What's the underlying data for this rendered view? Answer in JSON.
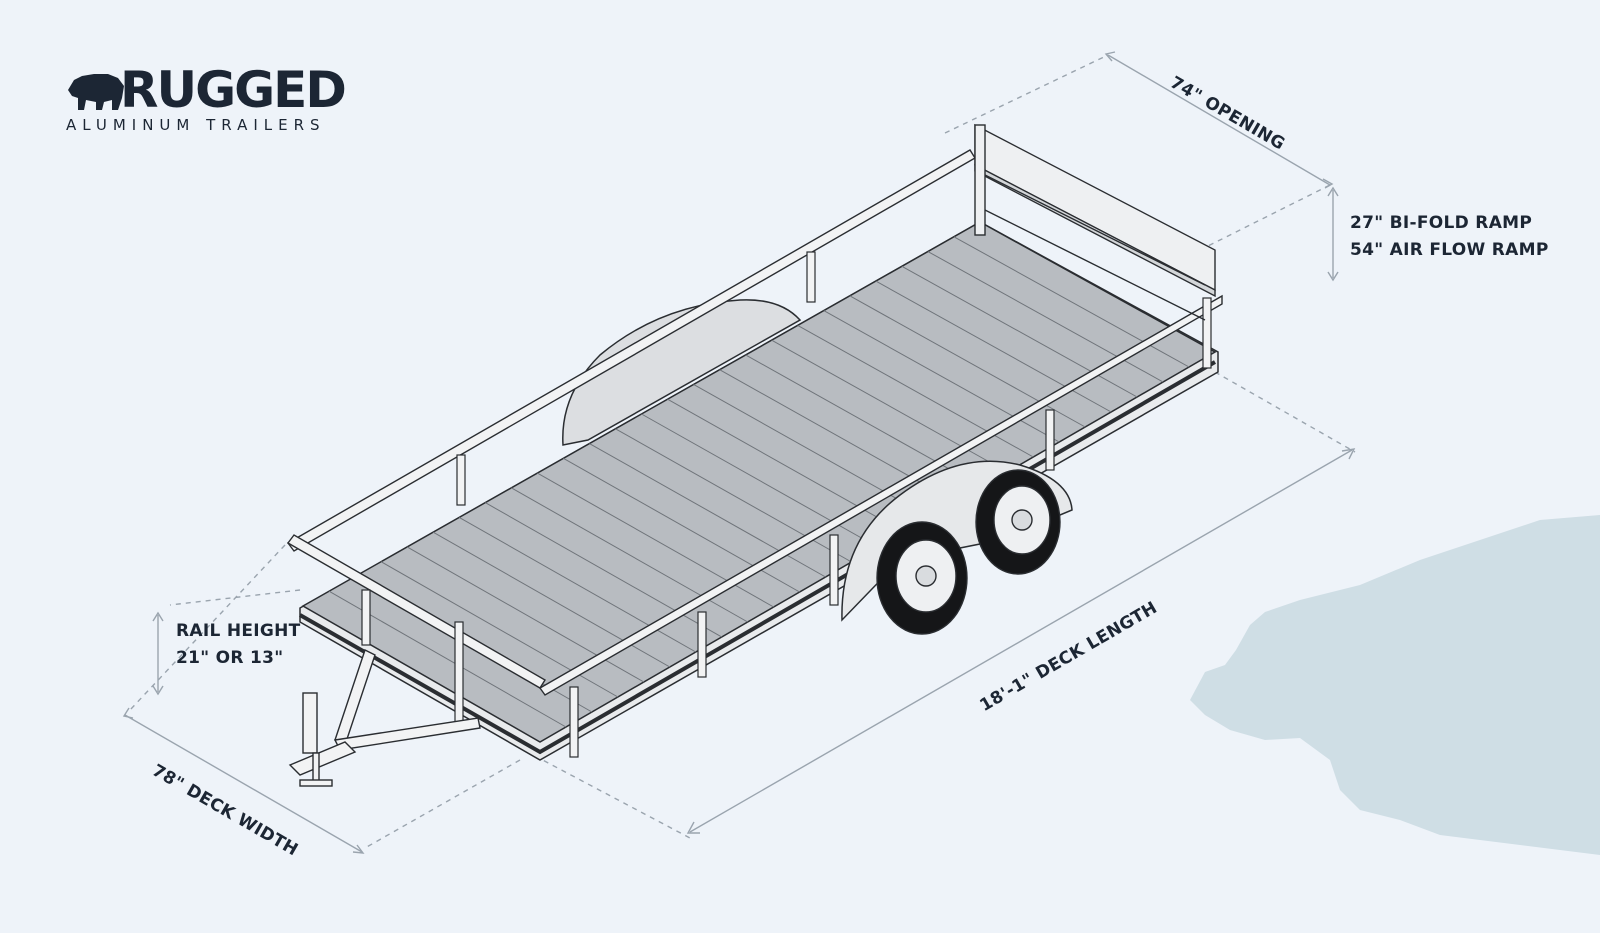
{
  "brand": {
    "name": "RUGGED",
    "tagline": "ALUMINUM TRAILERS",
    "logo_icon": "bear-icon"
  },
  "dimensions": {
    "opening": "74\" OPENING",
    "ramp_bifold": "27\" BI-FOLD RAMP",
    "ramp_airflow": "54\" AIR FLOW RAMP",
    "rail_height_title": "RAIL HEIGHT",
    "rail_height_values": "21\" OR  13\"",
    "deck_length": "18'-1\" DECK LENGTH",
    "deck_width": "78\" DECK WIDTH"
  },
  "colors": {
    "background": "#eef3f9",
    "text": "#1c2634",
    "deck": "#b8bcc1",
    "frame": "#f2f3f4",
    "outline": "#2a2d31",
    "dimension_line": "#9aa4ae",
    "watermark": "#c9d9e2"
  }
}
